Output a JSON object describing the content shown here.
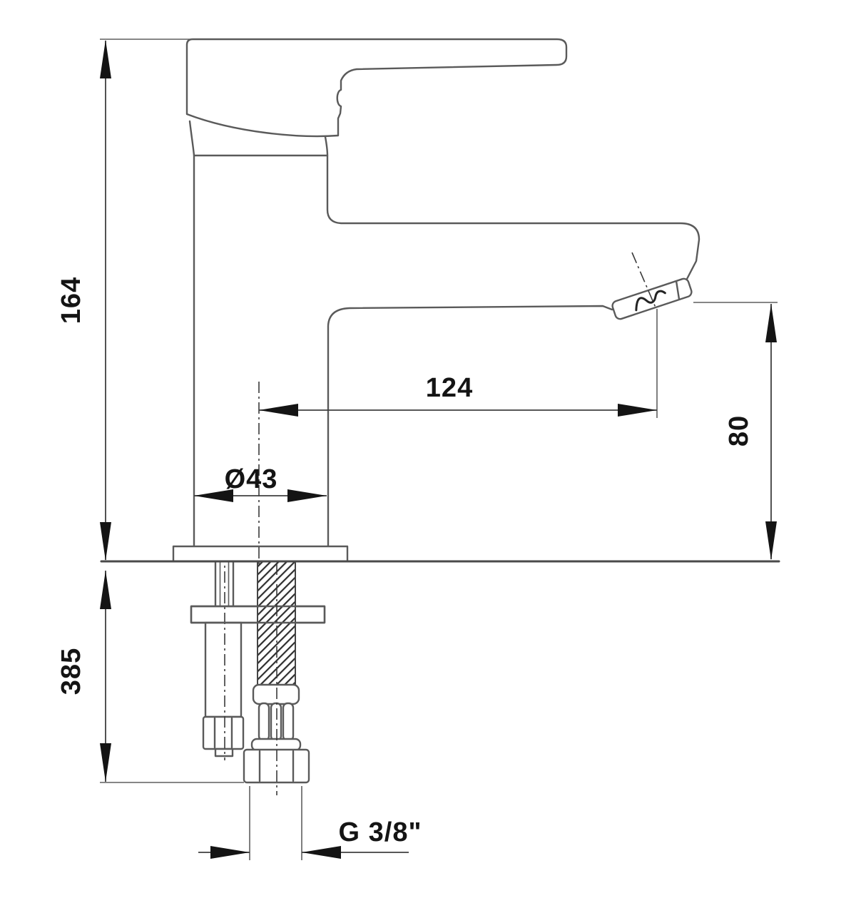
{
  "drawing": {
    "type": "technical-dimension-drawing",
    "subject": "single-lever basin mixer faucet, side elevation with below-deck mounting parts",
    "dimensions": {
      "total_height": "164",
      "mounting_hose_length": "385",
      "spout_reach": "124",
      "spout_outlet_height": "80",
      "body_diameter": "Ø43",
      "connection_thread": "G 3/8\""
    },
    "colors": {
      "background": "#ffffff",
      "outline": "#5a5a5a",
      "dimension_line": "#3f3f3f",
      "text": "#141414"
    }
  }
}
